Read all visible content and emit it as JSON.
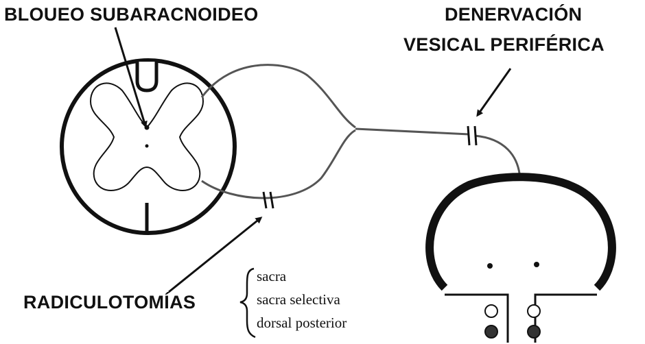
{
  "labels": {
    "spinal_block": "BLOUEO SUBARACNOIDEO",
    "bladder_denervation_line1": "DENERVACIÓN",
    "bladder_denervation_line2": "VESICAL PERIFÉRICA",
    "rhizotomies": "RADICULOTOMÍAS"
  },
  "rhizotomy_types": [
    "sacra",
    "sacra selectiva",
    "dorsal posterior"
  ],
  "colors": {
    "ink": "#111111",
    "nerve": "#555555",
    "background": "#ffffff"
  }
}
